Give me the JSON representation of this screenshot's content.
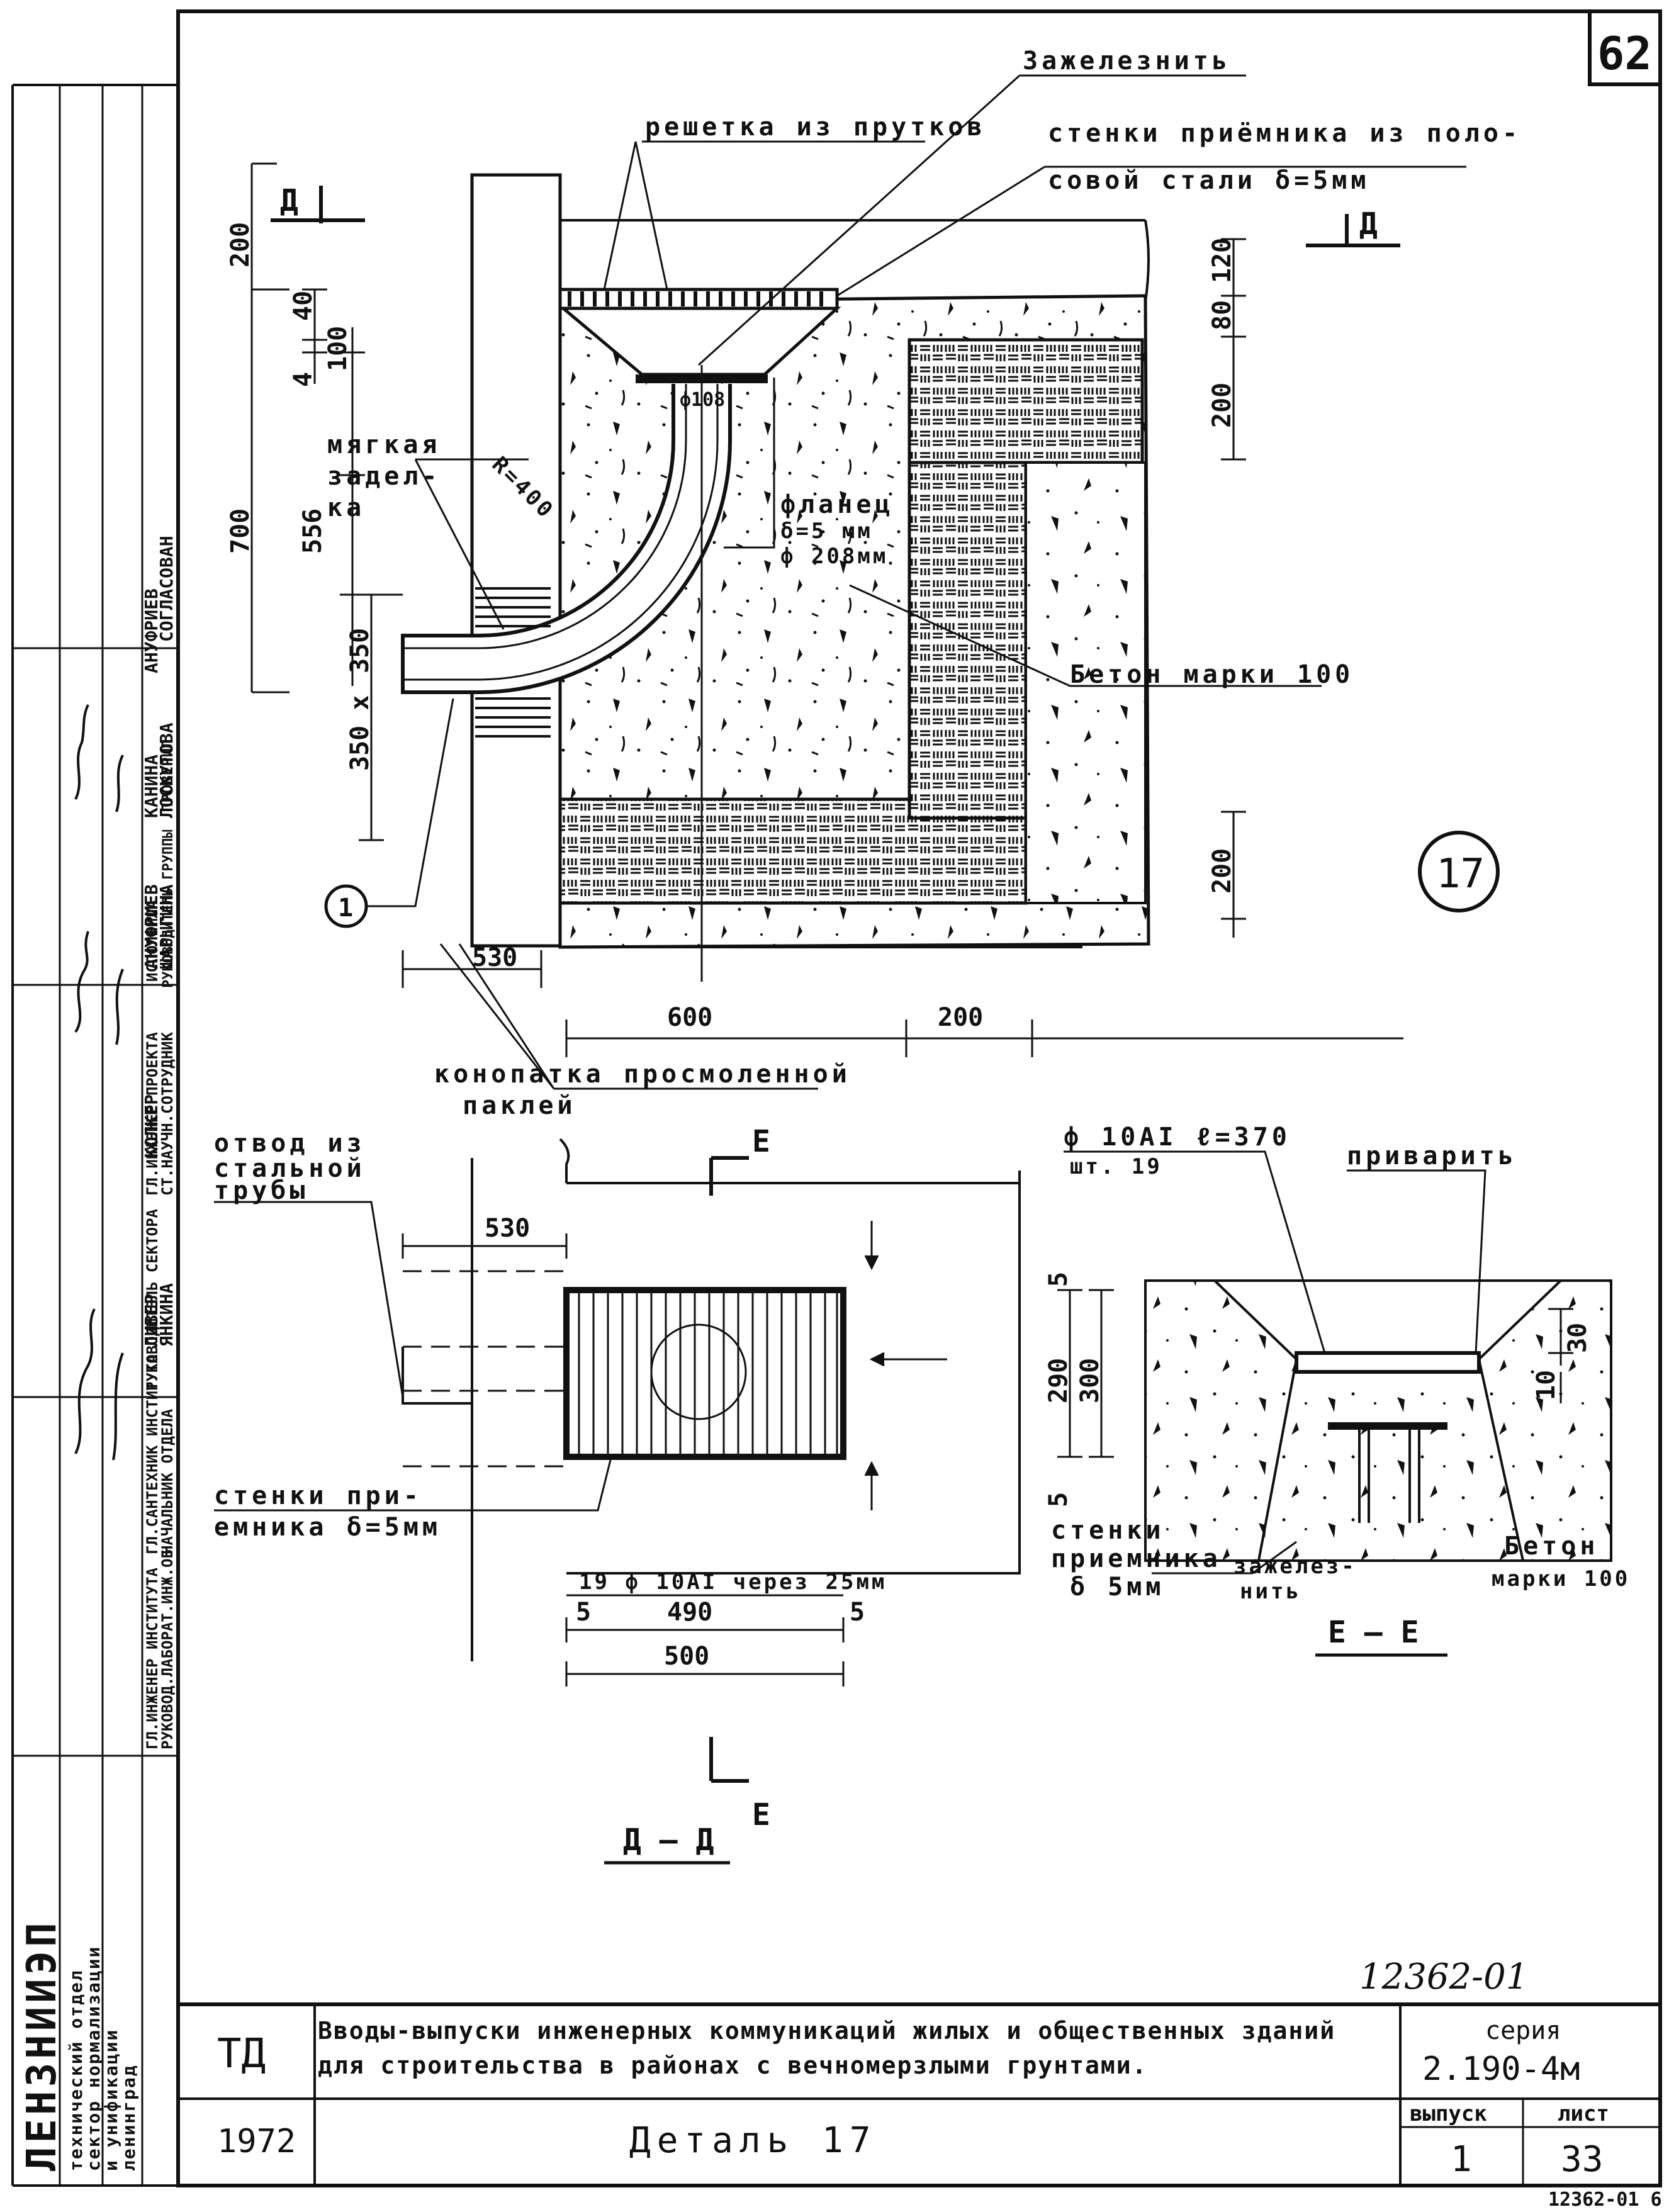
{
  "sheet_number": "62",
  "top_labels": {
    "zazheleznit": "Зажелезнить",
    "reshetka": "решетка из прутков",
    "stenki_line1": "стенки приёмника из поло-",
    "stenki_line2": "совой стали δ=5мм",
    "flanets_line1": "фланец",
    "flanets_line2": "δ=5 мм",
    "flanets_line3": "ф 208мм",
    "beton": "Бетон марки 100",
    "myagkaya_line1": "мягкая",
    "myagkaya_line2": "задел-",
    "myagkaya_line3": "ка",
    "konopatka_line1": "конопатка просмоленной",
    "konopatka_line2": "паклей",
    "radius": "R=400",
    "diameter": "ф108",
    "section_mark_A": "Д",
    "circle_17": "17",
    "circle_1": "1"
  },
  "top_dims": {
    "d200_top": "200",
    "d40": "40",
    "d100": "100",
    "d4": "4",
    "d700": "700",
    "d556": "556",
    "d350": "350",
    "d350x": "350 x",
    "d120": "120",
    "d80": "80",
    "d200_r": "200",
    "d200_rb": "200",
    "d530": "530",
    "d600": "600",
    "d200_b": "200"
  },
  "plan_labels": {
    "otvod_line1": "отвод из",
    "otvod_line2": "стальной",
    "otvod_line3": "трубы",
    "stenki_line1": "стенки при-",
    "stenki_line2": "емника δ=5мм",
    "rods": "19 ф 10АI через 25мм",
    "title": "Д — Д",
    "section_E": "Е",
    "d530": "530",
    "d5a": "5",
    "d290": "290",
    "d300": "300",
    "d5b": "5",
    "d5l": "5",
    "d490": "490",
    "d5r": "5",
    "d500": "500"
  },
  "section_labels": {
    "rod_spec_line1": "ф 10АI ℓ=370",
    "rod_spec_line2": "шт. 19",
    "privarit": "приварить",
    "stenki_line1": "стенки",
    "stenki_line2": "приемника",
    "stenki_line3": "δ 5мм",
    "zazhelez_line1": "зажелез-",
    "zazhelez_line2": "нить",
    "beton_line1": "Бетон",
    "beton_line2": "марки 100",
    "d30": "30",
    "d10": "10",
    "title": "Е — Е"
  },
  "side_stamp": {
    "org": "ЛЕНЗНИИЭП",
    "dept_line1": "технический отдел",
    "dept_line2": "сектор нормализации",
    "dept_line3": "и унификации",
    "dept_line4": "ленинград",
    "roles": [
      "ГЛ.ИНЖЕНЕР ИНСТИТУТА",
      "ГЛ.САНТЕХНИК ИНСТИТУТА",
      "РУКОВОД.ЛАБОРАТ.ИНЖ.ОБ",
      "НАЧАЛЬНИК ОТДЕЛА",
      "РУКОВОДИТЕЛЬ СЕКТОРА",
      "ГЛ.ИНЖЕНЕР ПРОЕКТА",
      "СТ.НАУЧН.СОТРУДНИК",
      "РУКОВОДИТЕЛЬ ГРУППЫ",
      "ИСПОЛНИЛА",
      "ПРОВЕРИЛ"
    ],
    "names": [
      "ЛИВЕР",
      "ЯНКИНА",
      "КОЛКЕР",
      "АНУФРИЕВ",
      "ШАРЫГИНА",
      "КАНИНА",
      "ЛОСКУТОВА",
      "АНУФРИЕВ"
    ],
    "soglasovano": "СОГЛАСОВАН"
  },
  "title_block": {
    "code": "ТД",
    "title_line1": "Вводы-выпуски инженерных коммуникаций жилых и общественных зданий",
    "title_line2": "для строительства в районах с вечномерзлыми грунтами.",
    "series_label": "серия",
    "series_value": "2.190-4м",
    "year": "1972",
    "detail": "Деталь 17",
    "issue_label": "выпуск",
    "issue_value": "1",
    "sheet_label": "лист",
    "sheet_value": "33",
    "handwritten_number": "12362-01",
    "footer_code": "12362-01 6"
  }
}
